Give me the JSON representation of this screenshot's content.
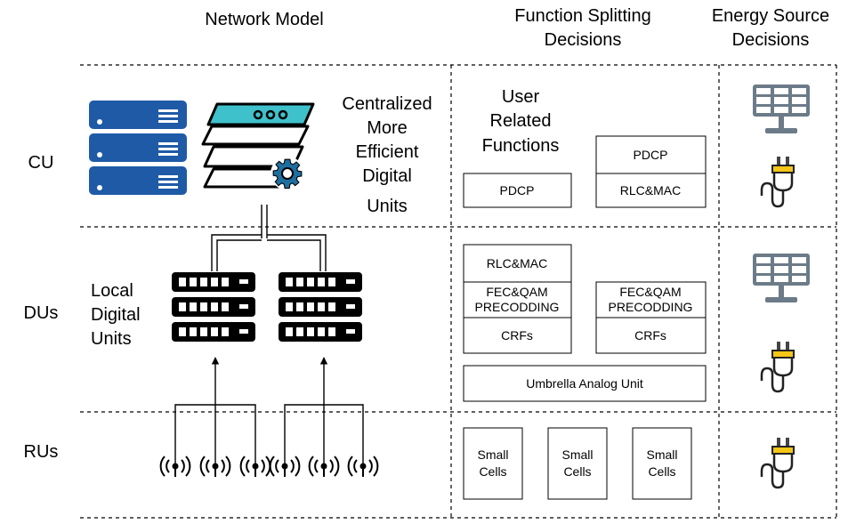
{
  "headers": {
    "network_model": "Network Model",
    "function_splitting_1": "Function Splitting",
    "function_splitting_2": "Decisions",
    "energy_source_1": "Energy Source",
    "energy_source_2": "Decisions"
  },
  "rows": {
    "cu": "CU",
    "dus": "DUs",
    "rus": "RUs"
  },
  "cu_caption": [
    "Centralized",
    "More",
    "Efficient",
    "Digital",
    "Units"
  ],
  "du_caption": [
    "Local",
    "Digital",
    "Units"
  ],
  "user_related": [
    "User",
    "Related",
    "Functions"
  ],
  "boxes": {
    "cu_pdcp_left": "PDCP",
    "cu_pdcp_right": "PDCP",
    "cu_rlcmac": "RLC&MAC",
    "du_rlcmac": "RLC&MAC",
    "du_fec_line1": "FEC&QAM",
    "du_fec_line2": "PRECODDING",
    "du_crfs": "CRFs",
    "umbrella": "Umbrella Analog Unit",
    "small_cells_line1": "Small",
    "small_cells_line2": "Cells"
  },
  "icons": {
    "cu_server": "server-stack-icon",
    "cu_layers": "layered-cloud-gear-icon",
    "du_switch": "network-switch-icon",
    "antenna": "antenna-icon",
    "solar": "solar-panel-icon",
    "plug": "power-plug-icon"
  },
  "colors": {
    "server_blue": "#1f5aa6",
    "layer_teal": "#3fc1cc",
    "gear_blue": "#1d6fa0",
    "solar_gray": "#6b7b88",
    "plug_yellow": "#f5c518"
  }
}
